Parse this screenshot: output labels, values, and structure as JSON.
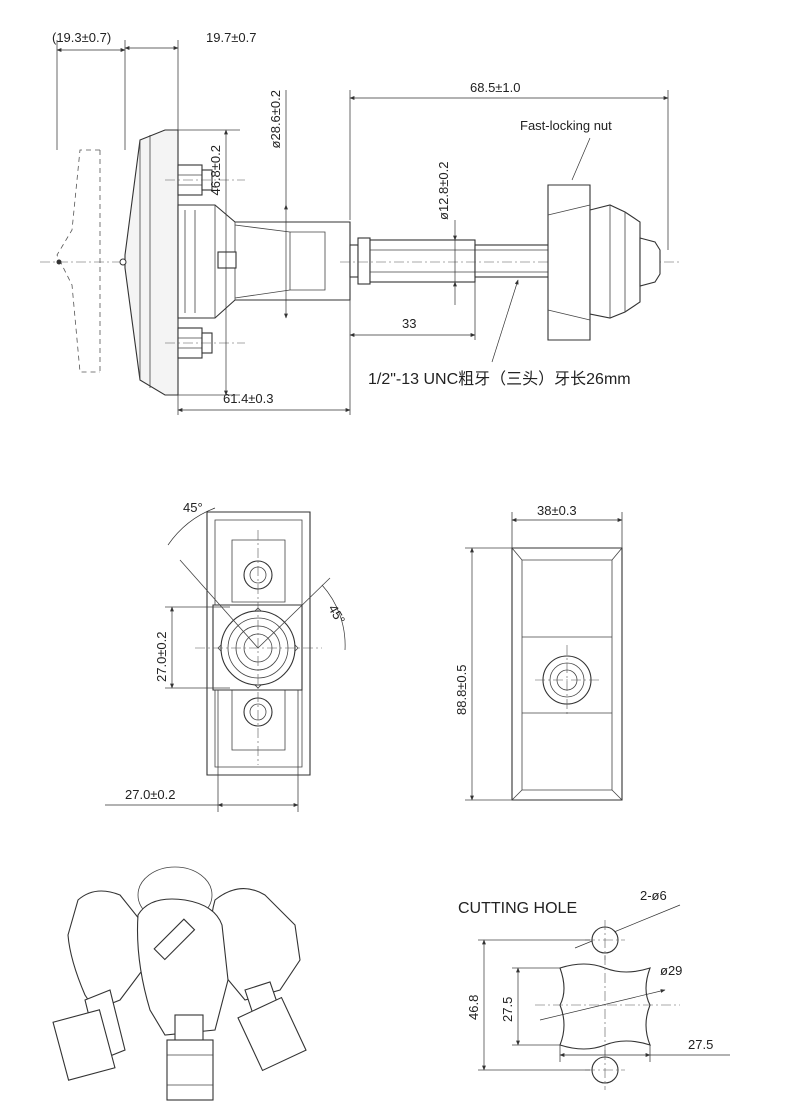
{
  "side_view": {
    "dim_top_left": "(19.3±0.7)",
    "dim_top_mid": "19.7±0.7",
    "dim_height_outer": "46.8±0.2",
    "dim_dia_flange": "ø28.6±0.2",
    "dim_dia_shaft": "ø12.8±0.2",
    "dim_right_length": "68.5±1.0",
    "nut_label": "Fast-locking nut",
    "dim_shaft_len": "33",
    "dim_bottom_len": "61.4±0.3",
    "thread_note": "1/2\"-13 UNC粗牙（三头）牙长26mm"
  },
  "rear_view": {
    "angle_top": "45°",
    "angle_right": "45°",
    "dim_height": "27.0±0.2",
    "dim_width": "27.0±0.2"
  },
  "front_view": {
    "dim_width": "38±0.3",
    "dim_height": "88.8±0.5"
  },
  "cutting_hole": {
    "title": "CUTTING HOLE",
    "hole_spec": "2-ø6",
    "dia": "ø29",
    "dim_total_height": "46.8",
    "dim_height": "27.5",
    "dim_width": "27.5"
  },
  "colors": {
    "line": "#333333",
    "fill": "#f4f4f4"
  }
}
